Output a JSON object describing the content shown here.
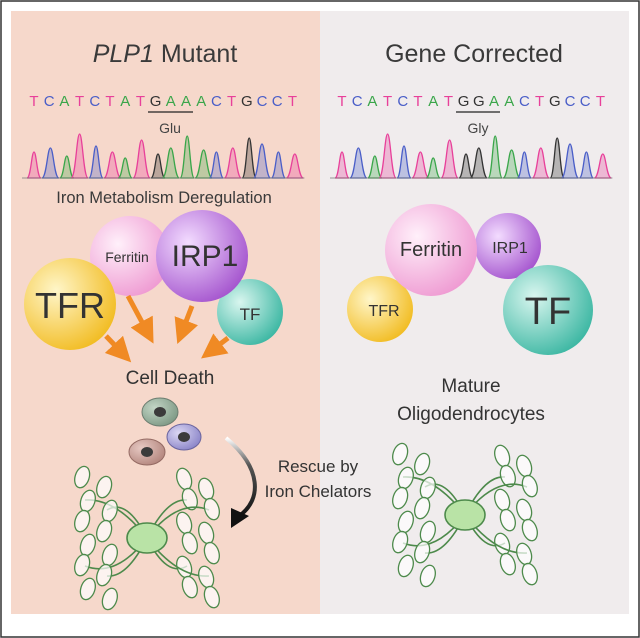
{
  "left_panel": {
    "title_gene": "PLP1",
    "title_rest": " Mutant",
    "sequence": [
      "T",
      "C",
      "A",
      "T",
      "C",
      "T",
      "A",
      "T",
      "G",
      "A",
      "A",
      "A",
      "C",
      "T",
      "G",
      "C",
      "C",
      "T"
    ],
    "codon_label": "Glu",
    "section_label": "Iron Metabolism Deregulation",
    "circles": {
      "ferritin": "Ferritin",
      "irp1": "IRP1",
      "tfr": "TFR",
      "tf": "TF"
    },
    "outcome": "Cell Death",
    "rescue_line1": "Rescue by",
    "rescue_line2": "Iron Chelators"
  },
  "right_panel": {
    "title": "Gene Corrected",
    "sequence": [
      "T",
      "C",
      "A",
      "T",
      "C",
      "T",
      "A",
      "T",
      "G",
      "G",
      "A",
      "A",
      "C",
      "T",
      "G",
      "C",
      "C",
      "T"
    ],
    "codon_label": "Gly",
    "circles": {
      "ferritin": "Ferritin",
      "irp1": "IRP1",
      "tfr": "TFR",
      "tf": "TF"
    },
    "outcome_line1": "Mature",
    "outcome_line2": "Oligodendrocytes"
  },
  "colors": {
    "left_bg": "#f6d8cb",
    "right_bg": "#f0eced",
    "base_T": "#e8409a",
    "base_C": "#4a5ec8",
    "base_A": "#3aa64a",
    "base_G": "#333333",
    "arrow": "#f08a24",
    "ferritin": "#f5b3dd",
    "irp1": "#b56ed8",
    "tfr": "#f7cc3f",
    "tf": "#5ec7b6",
    "cell_body": "#b9e3a6"
  }
}
